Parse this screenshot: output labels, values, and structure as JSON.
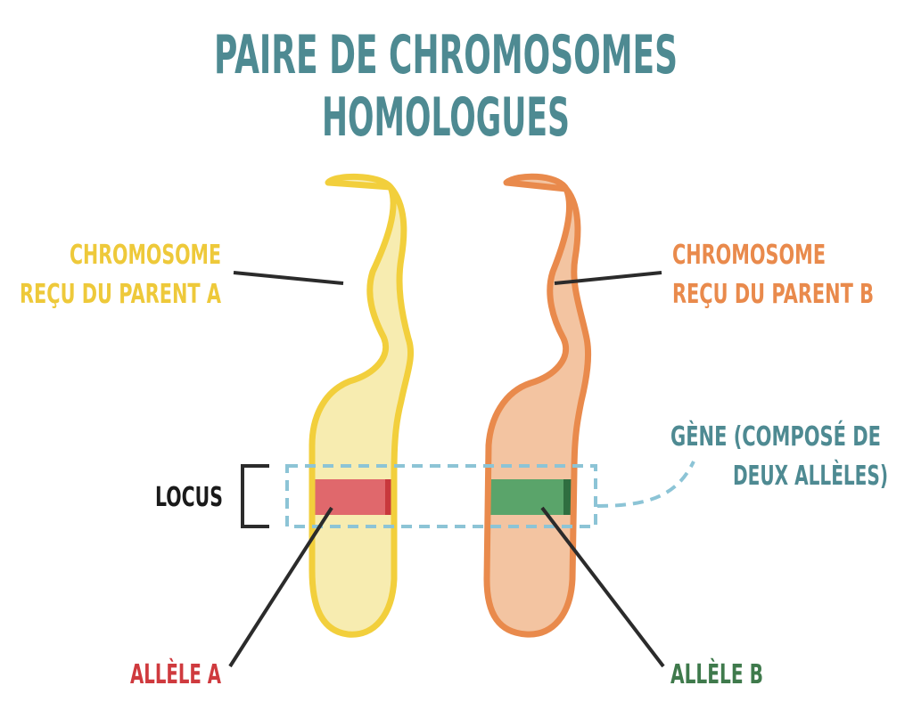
{
  "title": {
    "line1": "PAIRE DE CHROMOSOMES",
    "line2": "HOMOLOGUES"
  },
  "labels": {
    "chromosome_a_line1": "CHROMOSOME",
    "chromosome_a_line2": "REÇU DU PARENT A",
    "chromosome_b_line1": "CHROMOSOME",
    "chromosome_b_line2": "REÇU DU PARENT B",
    "gene_line1": "GÈNE (COMPOSÉ DE",
    "gene_line2": "DEUX ALLÈLES)",
    "locus": "LOCUS",
    "allele_a": "ALLÈLE A",
    "allele_b": "ALLÈLE B"
  },
  "colors": {
    "title": "#4e8a92",
    "chromosome_a_fill": "#f7ecb0",
    "chromosome_a_stroke": "#f2cf3c",
    "chromosome_b_fill": "#f3c4a1",
    "chromosome_b_stroke": "#e98a4c",
    "allele_a_band": "#e0686c",
    "allele_a_edge": "#c8383c",
    "allele_b_band": "#5aa46a",
    "allele_b_edge": "#2f6e40",
    "gene_box": "#8cc4d6",
    "leader_line": "#2b2b2b",
    "label_a": "#eec93a",
    "label_b": "#e98a4c",
    "label_gene": "#4e8a92",
    "label_locus": "#1a1a1a",
    "label_allele_a": "#cf3a3e",
    "label_allele_b": "#3f7a4c"
  }
}
